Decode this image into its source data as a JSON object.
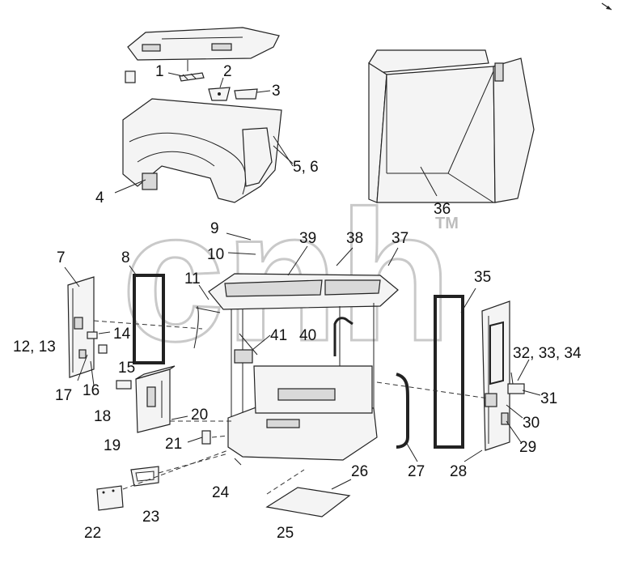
{
  "watermark": {
    "text": "cnh",
    "mark": "TM"
  },
  "corner_icon": "arrow-icon",
  "labels": {
    "l1": "1",
    "l2": "2",
    "l3": "3",
    "l4": "4",
    "l5": "5, 6",
    "l7": "7",
    "l8": "8",
    "l9": "9",
    "l10": "10",
    "l11": "11",
    "l12": "12, 13",
    "l14": "14",
    "l15": "15",
    "l16": "16",
    "l17": "17",
    "l18": "18",
    "l19": "19",
    "l20": "20",
    "l21": "21",
    "l22": "22",
    "l23": "23",
    "l24": "24",
    "l25": "25",
    "l26": "26",
    "l27": "27",
    "l28": "28",
    "l29": "29",
    "l30": "30",
    "l31": "31",
    "l32": "32, 33, 34",
    "l35": "35",
    "l36": "36",
    "l37": "37",
    "l38": "38",
    "l39": "39",
    "l40": "40",
    "l41": "41"
  }
}
